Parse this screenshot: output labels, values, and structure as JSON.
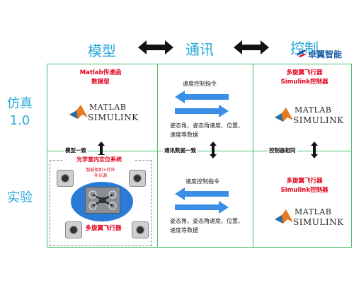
{
  "headers": {
    "model": "模型",
    "comm": "通讯",
    "control": "控制"
  },
  "logo": {
    "brand": "卓翼智能"
  },
  "side": {
    "sim_line1": "仿真",
    "sim_line2": "1.0",
    "exp": "实验"
  },
  "cells": {
    "sim_left_title": "Matlab传递函数模型",
    "sim_right_title": "多旋翼飞行器Simulink控制器",
    "exp_left_title": "光学室内定位系统",
    "exp_left_inner": "智能相机+红外补光源",
    "exp_left_drone": "多旋翼飞行器",
    "exp_right_title": "多旋翼飞行器Simulink控制器"
  },
  "comm": {
    "sim_cmd": "速度控制指令",
    "sim_state": "姿态角、姿态角速度、位置、速度等数据",
    "exp_cmd": "速度控制指令",
    "exp_state": "姿态角、姿态角速度、位置、速度等数据"
  },
  "labels": {
    "model_same": "模型一致",
    "comm_same": "通讯数据一致",
    "ctrl_same": "控制器相同"
  },
  "matlab": {
    "line1": "MATLAB",
    "line2": "SIMULINK"
  },
  "colors": {
    "accent": "#28a8d8",
    "red": "#e0001a",
    "grid": "#4cc070",
    "arrow": "#3a8ee6",
    "ellipse": "#2a7ad8"
  }
}
